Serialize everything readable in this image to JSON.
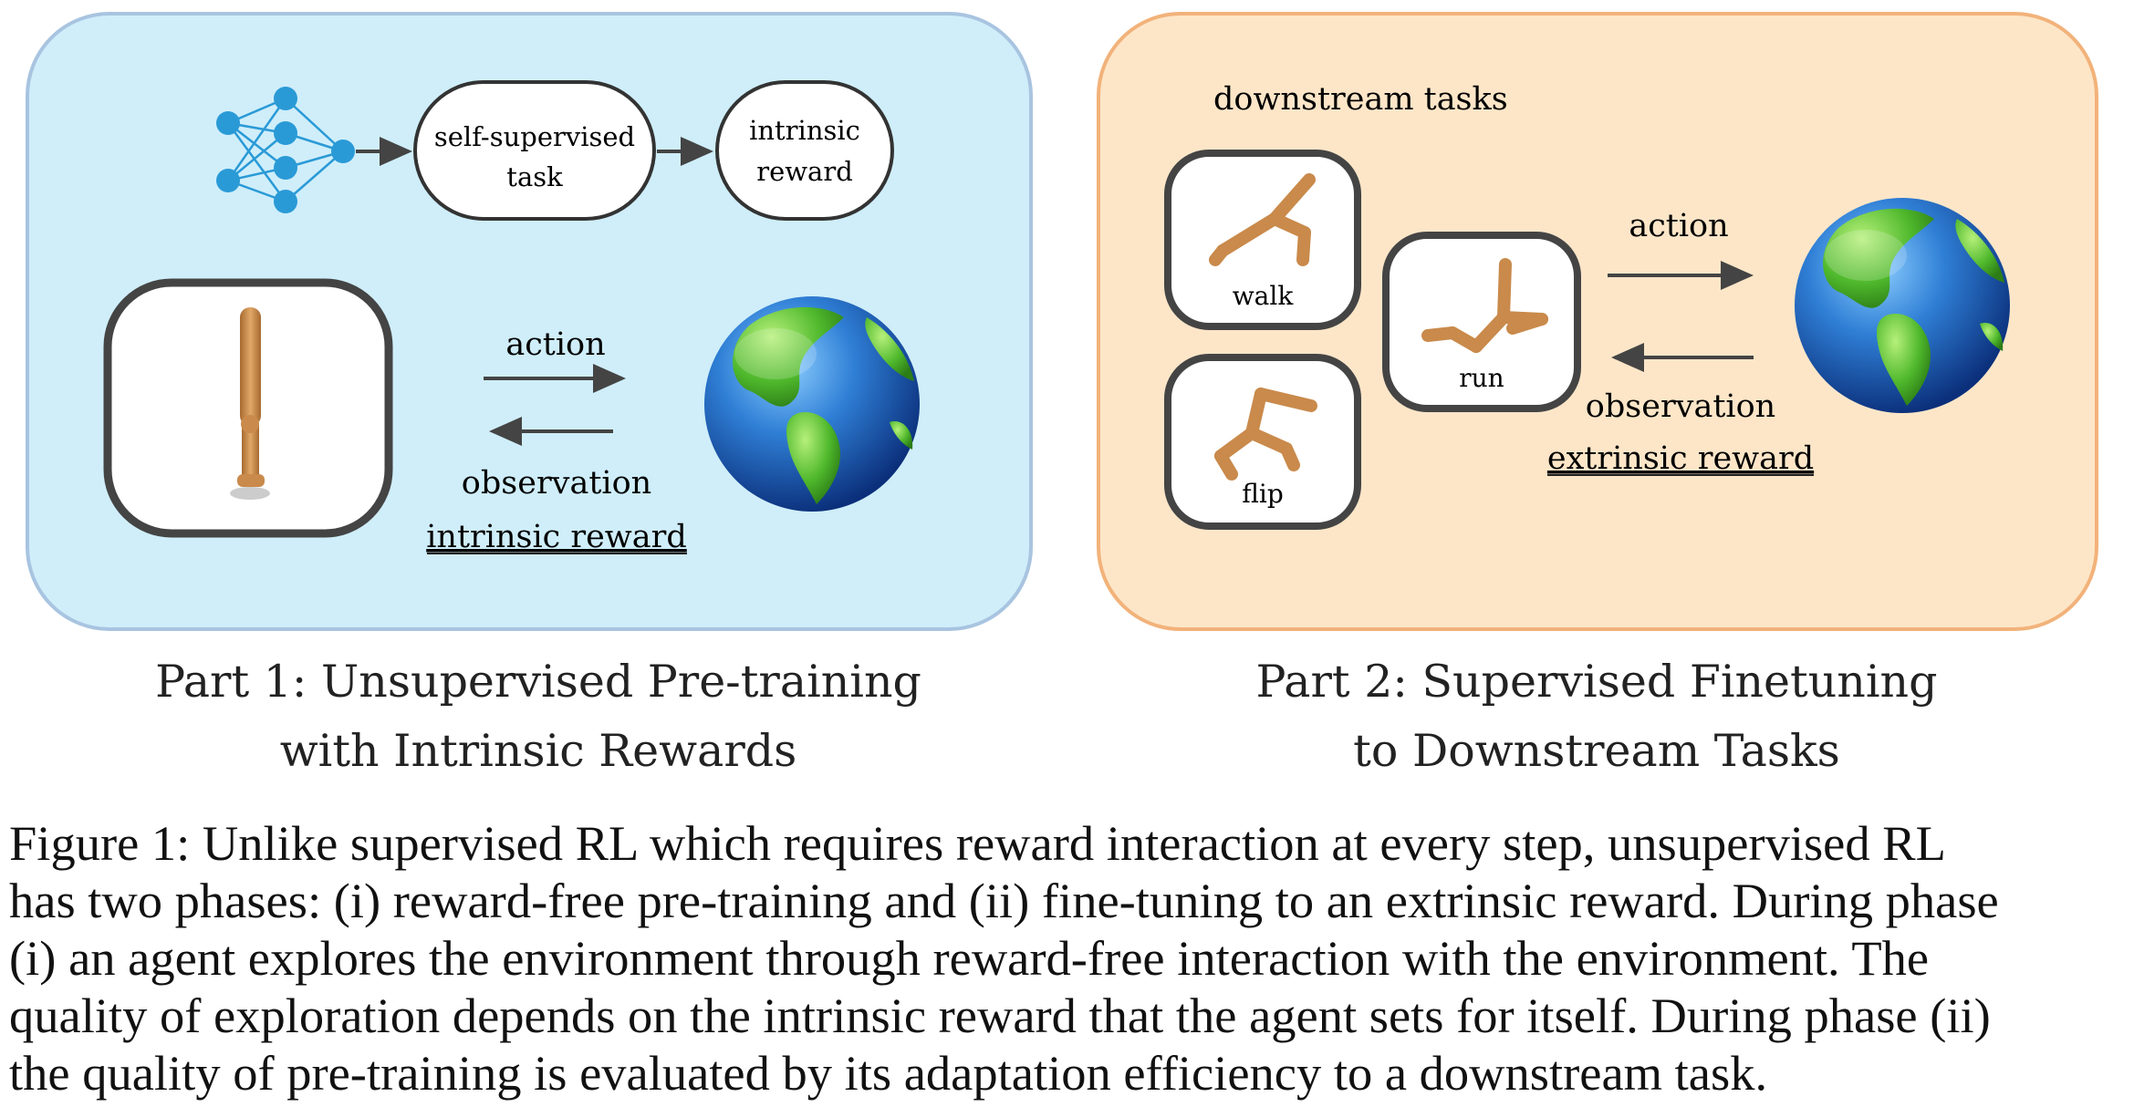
{
  "part1": {
    "network_to": "self-supervised",
    "ssl_line1": "self-supervised",
    "ssl_line2": "task",
    "reward_line1": "intrinsic",
    "reward_line2": "reward",
    "action": "action",
    "observation": "observation",
    "reward": "intrinsic reward",
    "caption_line1": "Part 1: Unsupervised Pre-training",
    "caption_line2": "with Intrinsic Rewards"
  },
  "part2": {
    "heading": "downstream tasks",
    "task_walk": "walk",
    "task_flip": "flip",
    "task_run": "run",
    "action": "action",
    "observation": "observation",
    "reward": "extrinsic reward",
    "caption_line1": "Part 2: Supervised Finetuning",
    "caption_line2": "to Downstream Tasks"
  },
  "caption": {
    "line1": "Figure 1: Unlike supervised RL which requires reward interaction at every step, unsupervised RL",
    "line2": "has two phases: (i) reward-free pre-training and (ii) fine-tuning to an extrinsic reward. During phase",
    "line3": "(i) an agent explores the environment through reward-free interaction with the environment. The",
    "line4": "quality of exploration depends on the intrinsic reward that the agent sets for itself. During phase (ii)",
    "line5": "the quality of pre-training is evaluated by its adaptation efficiency to a downstream task."
  },
  "colors": {
    "panel1_fill": "#cfeefa",
    "panel1_border": "#a8c4e0",
    "panel2_fill": "#fde6c8",
    "panel2_border": "#f2b27a",
    "network": "#2a9ad6",
    "box_border": "#444444",
    "agent": "#c98a4b",
    "ocean": "#2d6fc4",
    "land": "#5ec436"
  }
}
